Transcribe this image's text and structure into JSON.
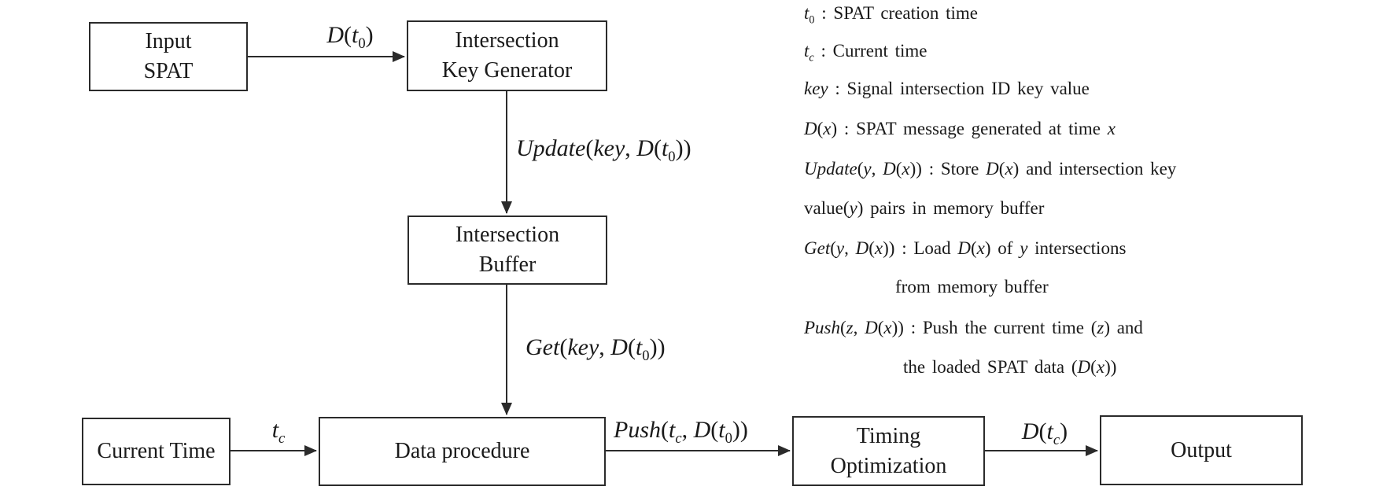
{
  "diagram": {
    "boxes": {
      "input_spat": {
        "lines": [
          "Input",
          "SPAT"
        ]
      },
      "key_generator": {
        "lines": [
          "Intersection",
          "Key Generator"
        ]
      },
      "intersection_buffer": {
        "lines": [
          "Intersection",
          "Buffer"
        ]
      },
      "current_time": {
        "lines": [
          "Current Time"
        ]
      },
      "data_procedure": {
        "lines": [
          "Data procedure"
        ]
      },
      "timing_optimization": {
        "lines": [
          "Timing",
          "Optimization"
        ]
      },
      "output": {
        "lines": [
          "Output"
        ]
      }
    },
    "edge_labels": {
      "d_t0": "*D*(*t*_{0})",
      "update": "*Update*(*key*, *D*(*t*_{0}))",
      "get": "*Get*(*key*, *D*(*t*_{0}))",
      "t_c": "*t_{c}*",
      "push": "*Push*(*t_{c}*, *D*(*t*_{0}))",
      "d_tc": "*D*(*t_{c}*)"
    },
    "colors": {
      "line": "#2b2b2b",
      "text": "#1a1a1a",
      "background": "#ffffff"
    }
  },
  "legend": {
    "lines": [
      {
        "text": "*t*_{0} : SPAT creation time"
      },
      {
        "text": "*t_{c}* : Current time"
      },
      {
        "text": "*key* : Signal intersection ID key value"
      },
      {
        "text": "*D*(*x*) : SPAT message generated at time *x*"
      },
      {
        "text": "*Update*(*y*, *D*(*x*)) : Store *D*(*x*) and intersection key"
      },
      {
        "text": "value(*y*) pairs in memory buffer"
      },
      {
        "text": "*Get*(*y*, *D*(*x*)) : Load *D*(*x*) of *y* intersections"
      },
      {
        "text": "from memory buffer"
      },
      {
        "text": "*Push*(*z*, *D*(*x*)) : Push the current time (*z*) and"
      },
      {
        "text": "the loaded SPAT data (*D*(*x*))"
      }
    ]
  }
}
